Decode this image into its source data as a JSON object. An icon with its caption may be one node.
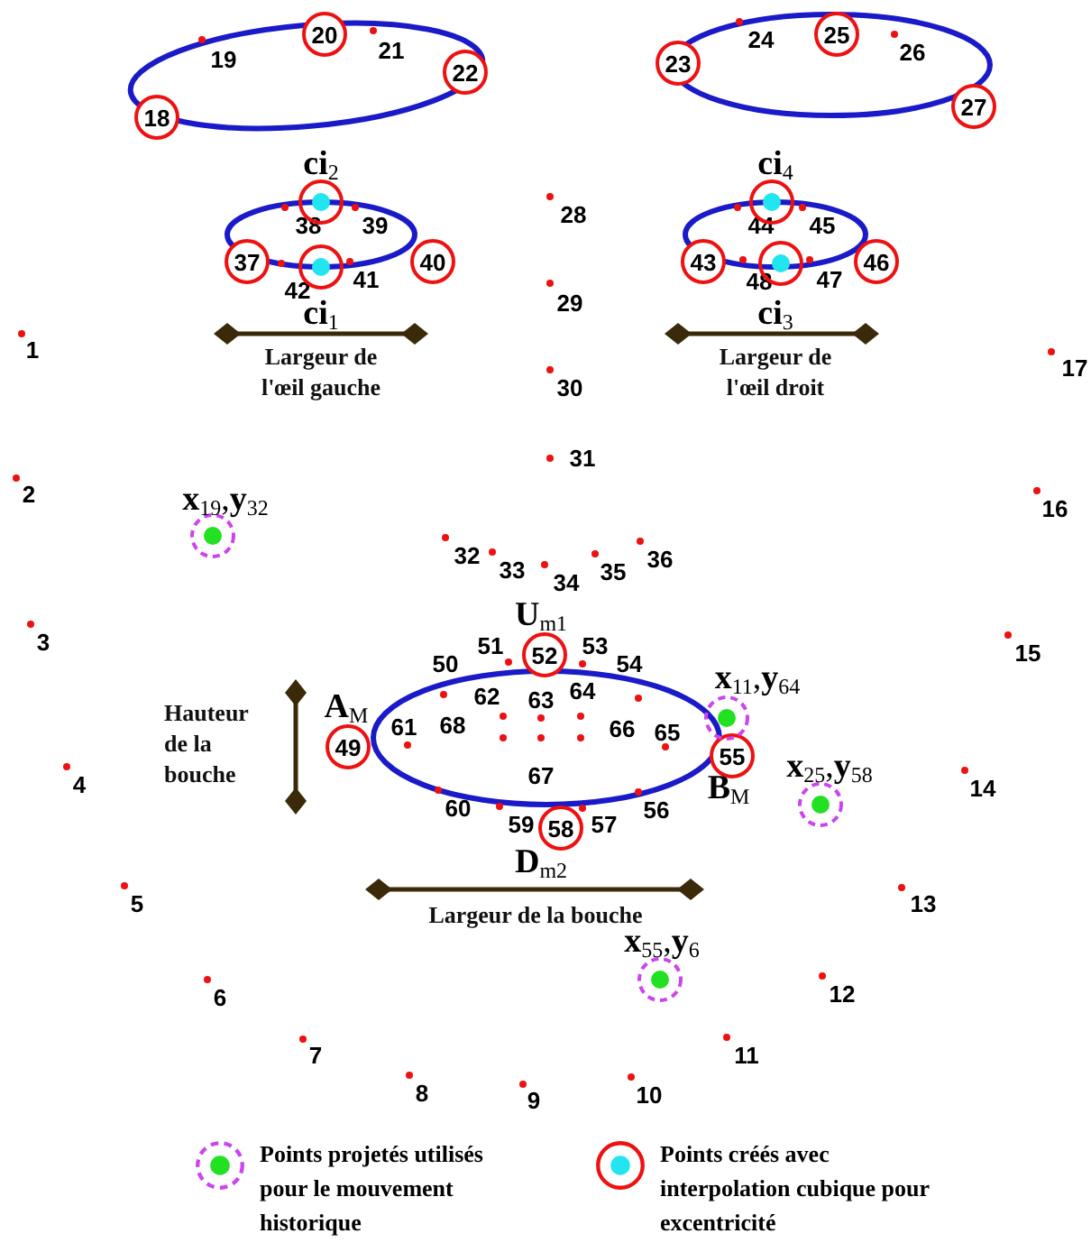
{
  "diagram": {
    "nodes": [
      {
        "text": [
          "20"
        ]
      },
      {
        "text": [
          "25"
        ]
      },
      {
        "text": [
          "22"
        ]
      },
      {
        "text": [
          "23"
        ]
      },
      {
        "text": [
          "18"
        ]
      },
      {
        "text": [
          "27"
        ]
      },
      {
        "text": [],
        "shape": "circle",
        "beside": [
          "**ci**$_{2}$"
        ]
      },
      {
        "text": [],
        "shape": "circle",
        "beside": [
          "**ci**$_{4}$"
        ]
      },
      {
        "text": [
          "37"
        ]
      },
      {
        "text": [
          "40"
        ]
      },
      {
        "text": [
          "43"
        ]
      },
      {
        "text": [
          "46"
        ]
      },
      {
        "text": [],
        "shape": "circle",
        "beside": [
          "**ci**$_{1}$"
        ]
      },
      {
        "text": [],
        "shape": "circle",
        "beside": [
          "**ci**$_{3}$"
        ]
      },
      {
        "text": [],
        "shape": "circle",
        "beside": [
          "**x**$_{19}$,**y**$_{32}$"
        ]
      },
      {
        "text": [
          "52"
        ],
        "beside": [
          "**U**$_{m1}$"
        ]
      },
      {
        "text": [
          "49"
        ],
        "beside": [
          "**A**$_{M}$"
        ]
      },
      {
        "text": [
          "55"
        ],
        "beside": [
          "**B**$_{M}$"
        ]
      },
      {
        "text": [],
        "shape": "circle",
        "beside": [
          "**x**$_{11}$,**y**$_{64}$"
        ]
      },
      {
        "text": [],
        "shape": "circle",
        "beside": [
          "**x**$_{25}$,**y**$_{58}$"
        ]
      },
      {
        "text": [
          "58"
        ],
        "beside": [
          "**D**$_{m2}$"
        ]
      },
      {
        "text": [],
        "shape": "circle",
        "beside": [
          "**x**$_{55}$,**y**$_{6}$"
        ]
      }
    ],
    "edges": [],
    "labels": [
      "19",
      "21",
      "24",
      "26",
      "38",
      "39",
      "28",
      "44",
      "45",
      "42",
      "41",
      "48",
      "47",
      "29",
      "1",
      "17",
      "Largeur de l'œil gauche",
      "Largeur de l'œil droit",
      "30",
      "31",
      "2",
      "16",
      "32",
      "33",
      "34",
      "35",
      "36",
      "3",
      "15",
      "51",
      "53",
      "50",
      "54",
      "62",
      "63",
      "64",
      "Hauteur de la bouche",
      "61",
      "68",
      "66",
      "65",
      "4",
      "14",
      "67",
      "60",
      "59",
      "57",
      "56",
      "5",
      "13",
      "Largeur de la bouche",
      "6",
      "12",
      "7",
      "11",
      "8",
      "9",
      "10"
    ],
    "legend": [
      {
        "text": "Points projetés utilisés pour le mouvement historique"
      },
      {
        "text": "Points créés avec interpolation cubique pour excentricité"
      }
    ]
  }
}
